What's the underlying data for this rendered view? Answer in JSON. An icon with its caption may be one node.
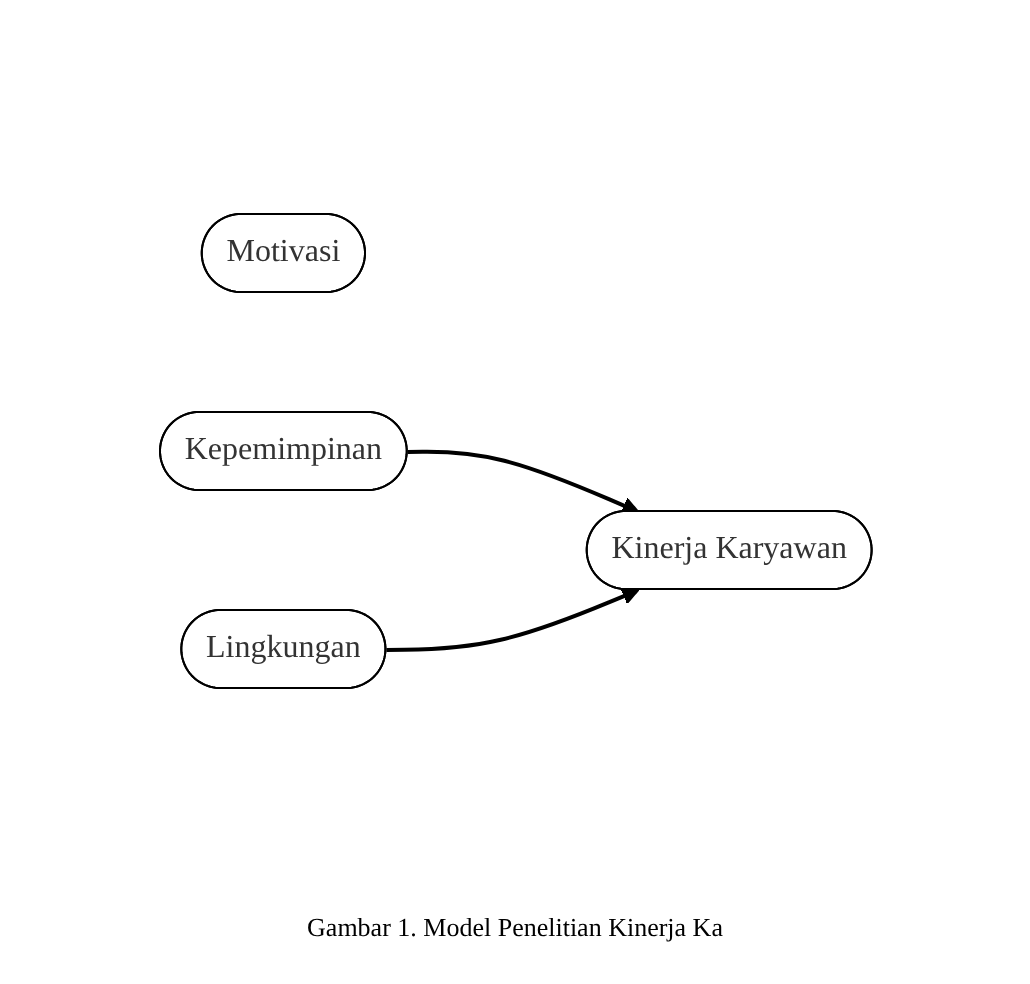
{
  "diagram": {
    "caption": "Gambar 1. Model Penelitian Kinerja Ka",
    "nodes": [
      {
        "text": [
          "Motivasi"
        ]
      },
      {
        "text": [
          "Kepemimpinan"
        ]
      },
      {
        "text": [
          "Lingkungan"
        ]
      },
      {
        "text": [
          "Kinerja Karyawan"
        ]
      }
    ],
    "edges": [
      {
        "from": 1,
        "to": 3,
        "arrow": "to"
      },
      {
        "from": 2,
        "to": 3,
        "arrow": "to"
      }
    ]
  }
}
